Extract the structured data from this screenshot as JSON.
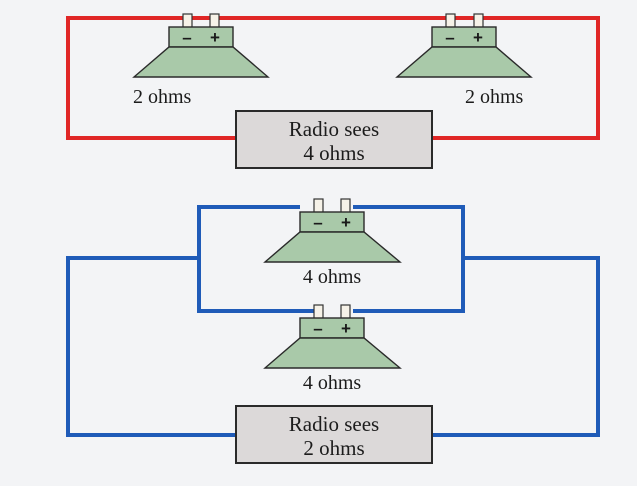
{
  "series_diagram": {
    "speaker_left": {
      "label": "2 ohms",
      "minus": "–",
      "plus": "+"
    },
    "speaker_right": {
      "label": "2 ohms",
      "minus": "–",
      "plus": "+"
    },
    "radio": {
      "line1": "Radio sees",
      "line2": "4 ohms"
    }
  },
  "parallel_diagram": {
    "speaker_top": {
      "label": "4 ohms",
      "minus": "–",
      "plus": "+"
    },
    "speaker_bottom": {
      "label": "4 ohms",
      "minus": "–",
      "plus": "+"
    },
    "radio": {
      "line1": "Radio sees",
      "line2": "2 ohms"
    }
  },
  "colors": {
    "series_wire": "#e02626",
    "parallel_wire": "#1f5bb8",
    "speaker_fill": "#a9c9a9",
    "speaker_stroke": "#2a2a2a",
    "radio_fill": "#dcd9d9"
  }
}
